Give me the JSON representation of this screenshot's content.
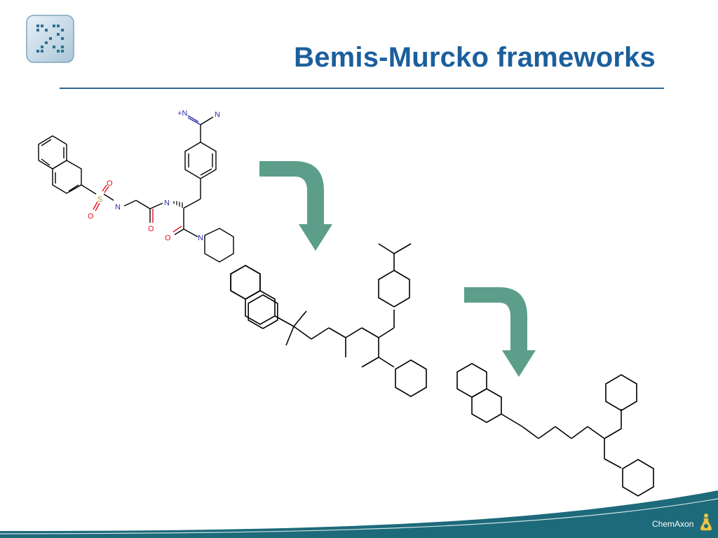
{
  "slide": {
    "title": "Bemis-Murcko frameworks",
    "brand_name": "ChemAxon"
  },
  "molecule_1": {
    "atom_labels": {
      "nitrogen_imine_charged": "+N",
      "nitrogen_imine": "N",
      "sulfur": "S",
      "sulfonyl_oxygen_1": "O",
      "sulfonyl_oxygen_2": "O",
      "sulfonamide_nitrogen": "N",
      "glycine_carbonyl_oxygen": "O",
      "amide_nitrogen": "N",
      "carbonyl_oxygen": "O",
      "piperidine_nitrogen": "N"
    }
  },
  "colors": {
    "title": "#1b5f9c",
    "rule": "#2a6a9a",
    "arrow": "#5c9e89",
    "bond": "#000000",
    "oxygen": "#e3111a",
    "nitrogen": "#2d2fa8",
    "sulfur": "#b5951b",
    "footer_wave": "#1d6a7b"
  },
  "icons": {
    "logo": "pixel-matrix-logo-icon",
    "brand": "chemaxon-flask-icon",
    "arrows": "curved-down-arrow-icon"
  }
}
